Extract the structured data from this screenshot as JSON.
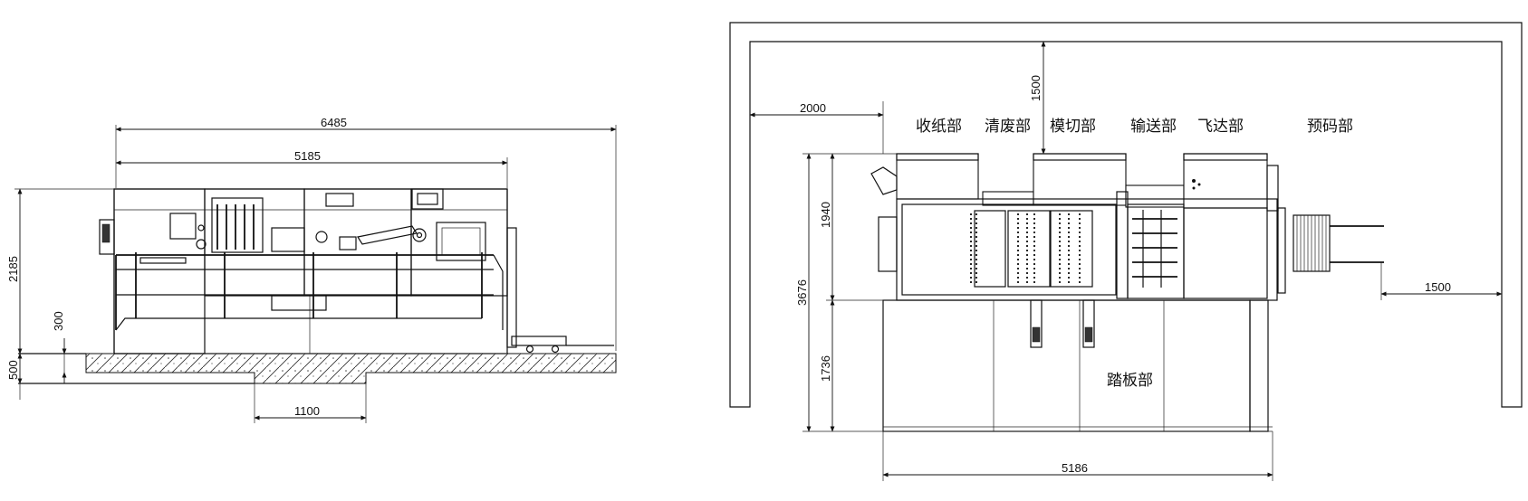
{
  "side_view": {
    "dim_overall_length": "6485",
    "dim_machine_length": "5185",
    "dim_height": "2185",
    "dim_step": "300",
    "dim_pit_depth": "500",
    "dim_pit_width": "1100"
  },
  "top_view": {
    "dim_wall_clearance": "2000",
    "dim_top_clearance": "1500",
    "dim_total_width": "3676",
    "dim_upper_depth": "1940",
    "dim_lower_depth": "1736",
    "dim_machine_length": "5186",
    "dim_feeder_clearance": "1500",
    "labels": {
      "delivery": "收纸部",
      "stripping": "清废部",
      "die_cutting": "模切部",
      "transport": "输送部",
      "feeder": "飞达部",
      "pre_stack": "预码部",
      "platform": "踏板部"
    }
  }
}
